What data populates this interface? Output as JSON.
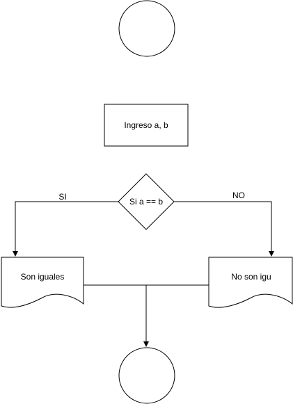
{
  "diagram": {
    "process_label": "Ingreso a, b",
    "decision_label": "Si a == b",
    "branch_yes_label": "SI",
    "branch_no_label": "NO",
    "doc_yes_label": "Son iguales",
    "doc_no_label": "No son igu"
  },
  "colors": {
    "stroke": "#000000",
    "fill": "#ffffff"
  }
}
